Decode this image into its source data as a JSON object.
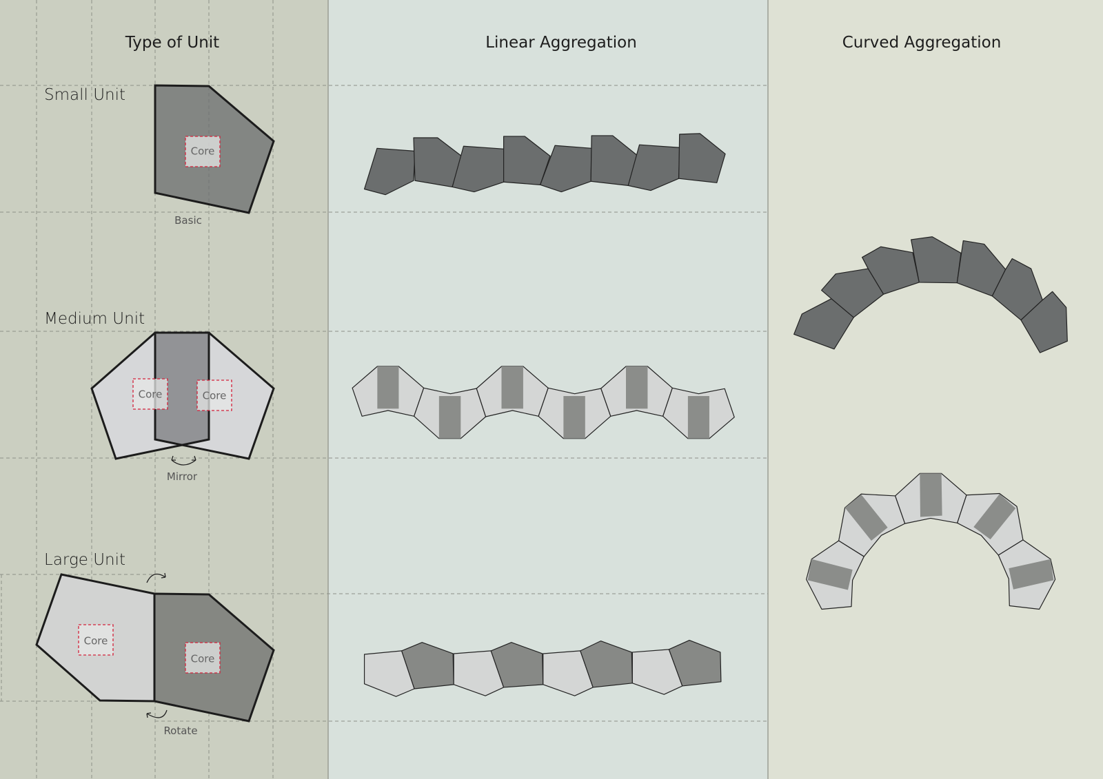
{
  "columns": {
    "type_of_unit": "Type of Unit",
    "linear": "Linear Aggregation",
    "curved": "Curved Aggregation"
  },
  "units": {
    "small": {
      "title": "Small Unit",
      "caption": "Basic"
    },
    "medium": {
      "title": "Medium Unit",
      "caption": "Mirror"
    },
    "large": {
      "title": "Large Unit",
      "caption": "Rotate"
    }
  },
  "core_label": "Core",
  "colors": {
    "panel_left": "#cbcfc1",
    "panel_middle": "#d8e1dc",
    "panel_right": "#dee1d4",
    "unit_dark": "#6b6e6d",
    "unit_light": "#d4d6d5",
    "unit_core": "#8b8d8a",
    "core_outline": "#d4203a"
  }
}
